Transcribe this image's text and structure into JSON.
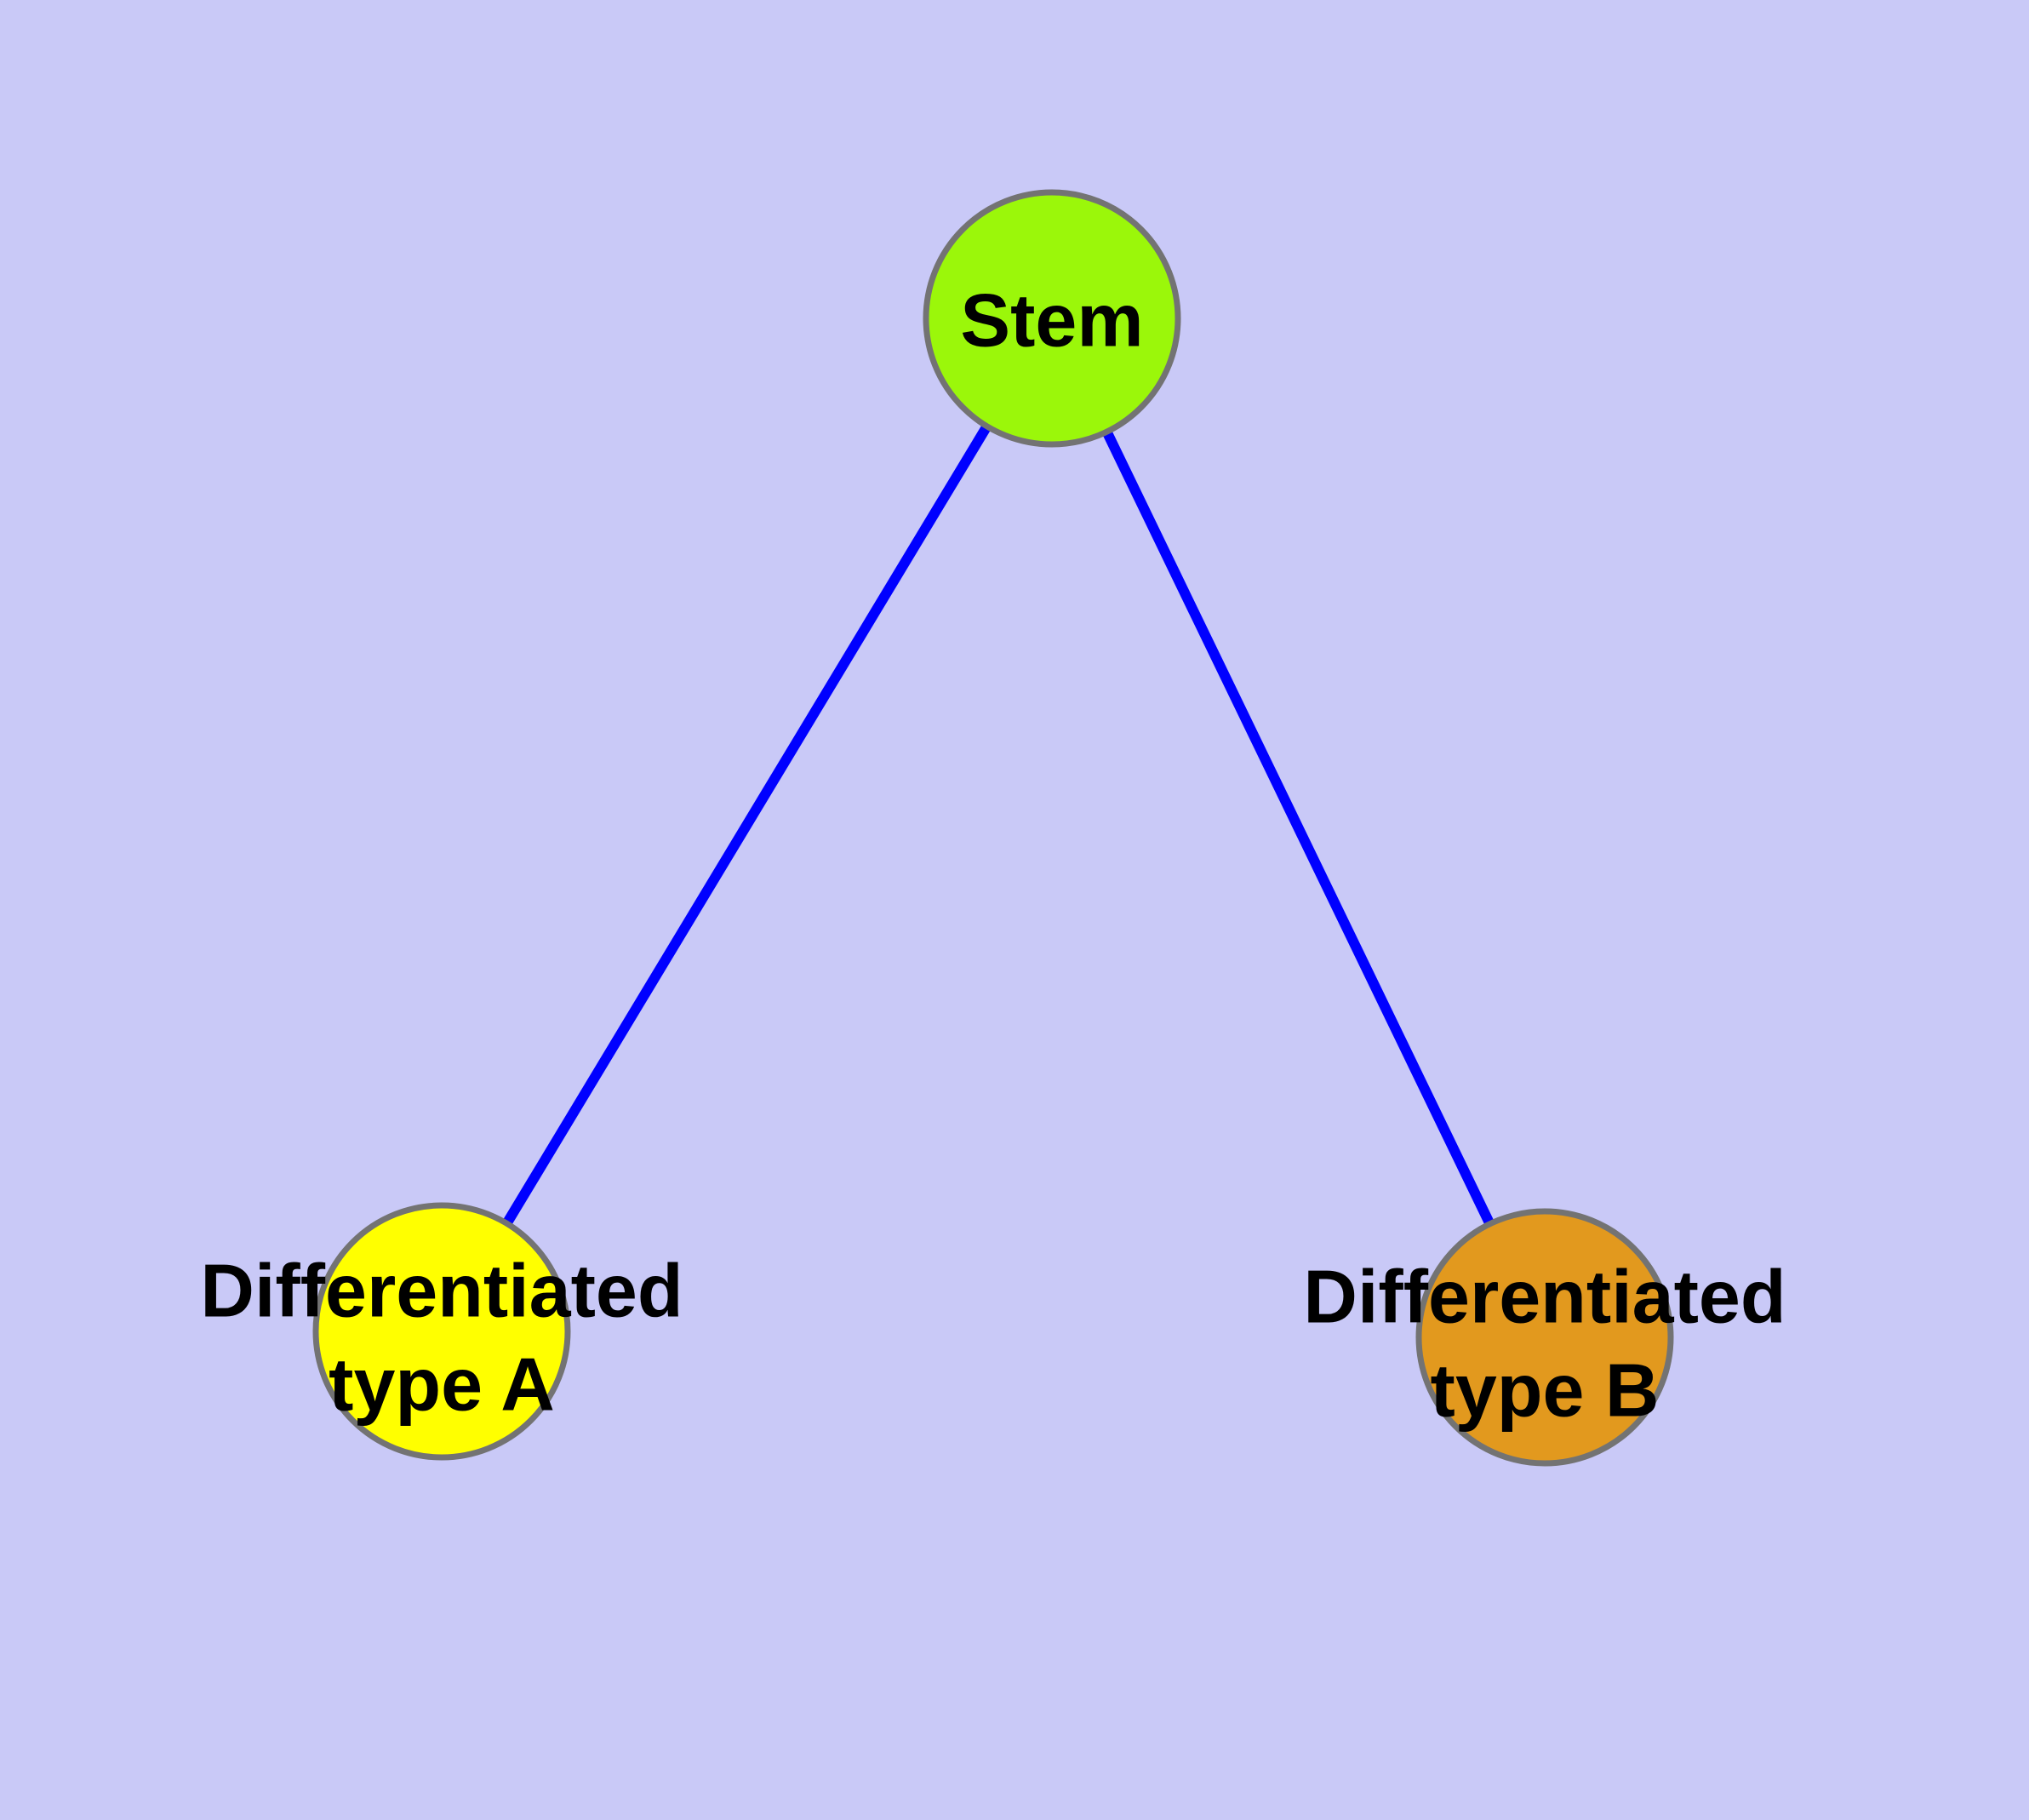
{
  "diagram": {
    "type": "graph",
    "background_color": "#C9C9F7",
    "node_border_color": "#737373",
    "edge_color": "#0000FF",
    "label_color": "#000000",
    "nodes": [
      {
        "id": "stem",
        "label_line1": "Stem",
        "label_line2": "",
        "fill": "#9BF70A"
      },
      {
        "id": "differentiated-type-a",
        "label_line1": "Differentiated",
        "label_line2": "type A",
        "fill": "#FFFF00"
      },
      {
        "id": "differentiated-type-b",
        "label_line1": "Differentiated",
        "label_line2": "type B",
        "fill": "#E2991E"
      }
    ],
    "edges": [
      {
        "from": "stem",
        "to": "differentiated-type-a"
      },
      {
        "from": "stem",
        "to": "differentiated-type-b"
      }
    ]
  }
}
